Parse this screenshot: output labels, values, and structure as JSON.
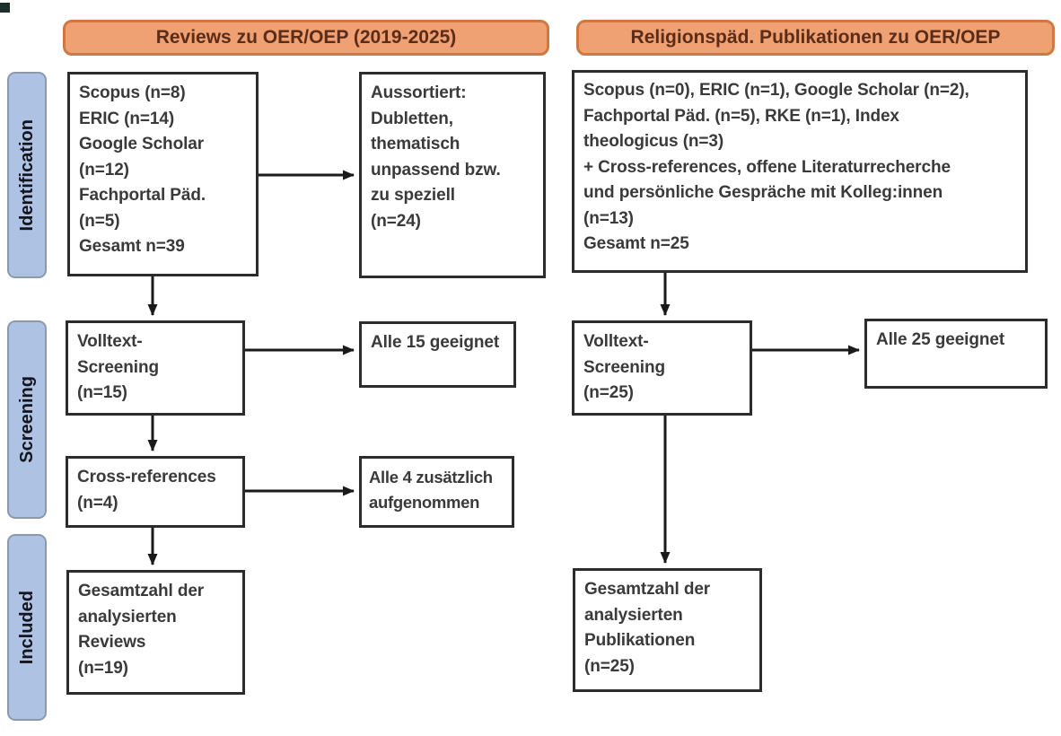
{
  "colors": {
    "header_fill": "#f0a173",
    "header_border": "#cf7843",
    "header_text": "#5b2c18",
    "stage_fill": "#aec3e4",
    "stage_border": "#8c99ad",
    "box_border": "#2c2c2c",
    "box_text": "#3a3a3a",
    "arrow": "#1a1a1a"
  },
  "headers": {
    "left": "Reviews zu OER/OEP (2019-2025)",
    "right": "Religionspäd. Publikationen zu OER/OEP"
  },
  "stages": {
    "identification": "Identification",
    "screening": "Screening",
    "included": "Included"
  },
  "left_flow": {
    "sources": "Scopus (n=8)\nERIC (n=14)\nGoogle Scholar\n(n=12)\nFachportal Päd.\n(n=5)\nGesamt n=39",
    "excluded": "Aussortiert:\nDubletten,\nthematisch\nunpassend bzw.\nzu speziell\n(n=24)",
    "fulltext_screening": "Volltext-\nScreening\n(n=15)",
    "fulltext_result": "Alle 15 geeignet",
    "cross_references": "Cross-references\n(n=4)",
    "cross_references_result": "Alle 4 zusätzlich\naufgenommen",
    "included_total": "Gesamtzahl der\nanalysierten\nReviews\n(n=19)"
  },
  "right_flow": {
    "sources": "Scopus (n=0), ERIC (n=1), Google Scholar (n=2),\nFachportal Päd. (n=5), RKE (n=1), Index\ntheologicus (n=3)\n+ Cross-references, offene Literaturrecherche\nund persönliche Gespräche mit Kolleg:innen\n(n=13)\nGesamt n=25",
    "fulltext_screening": "Volltext-\nScreening\n(n=25)",
    "fulltext_result": "Alle 25 geeignet",
    "included_total": "Gesamtzahl der\nanalysierten\nPublikationen\n(n=25)"
  }
}
